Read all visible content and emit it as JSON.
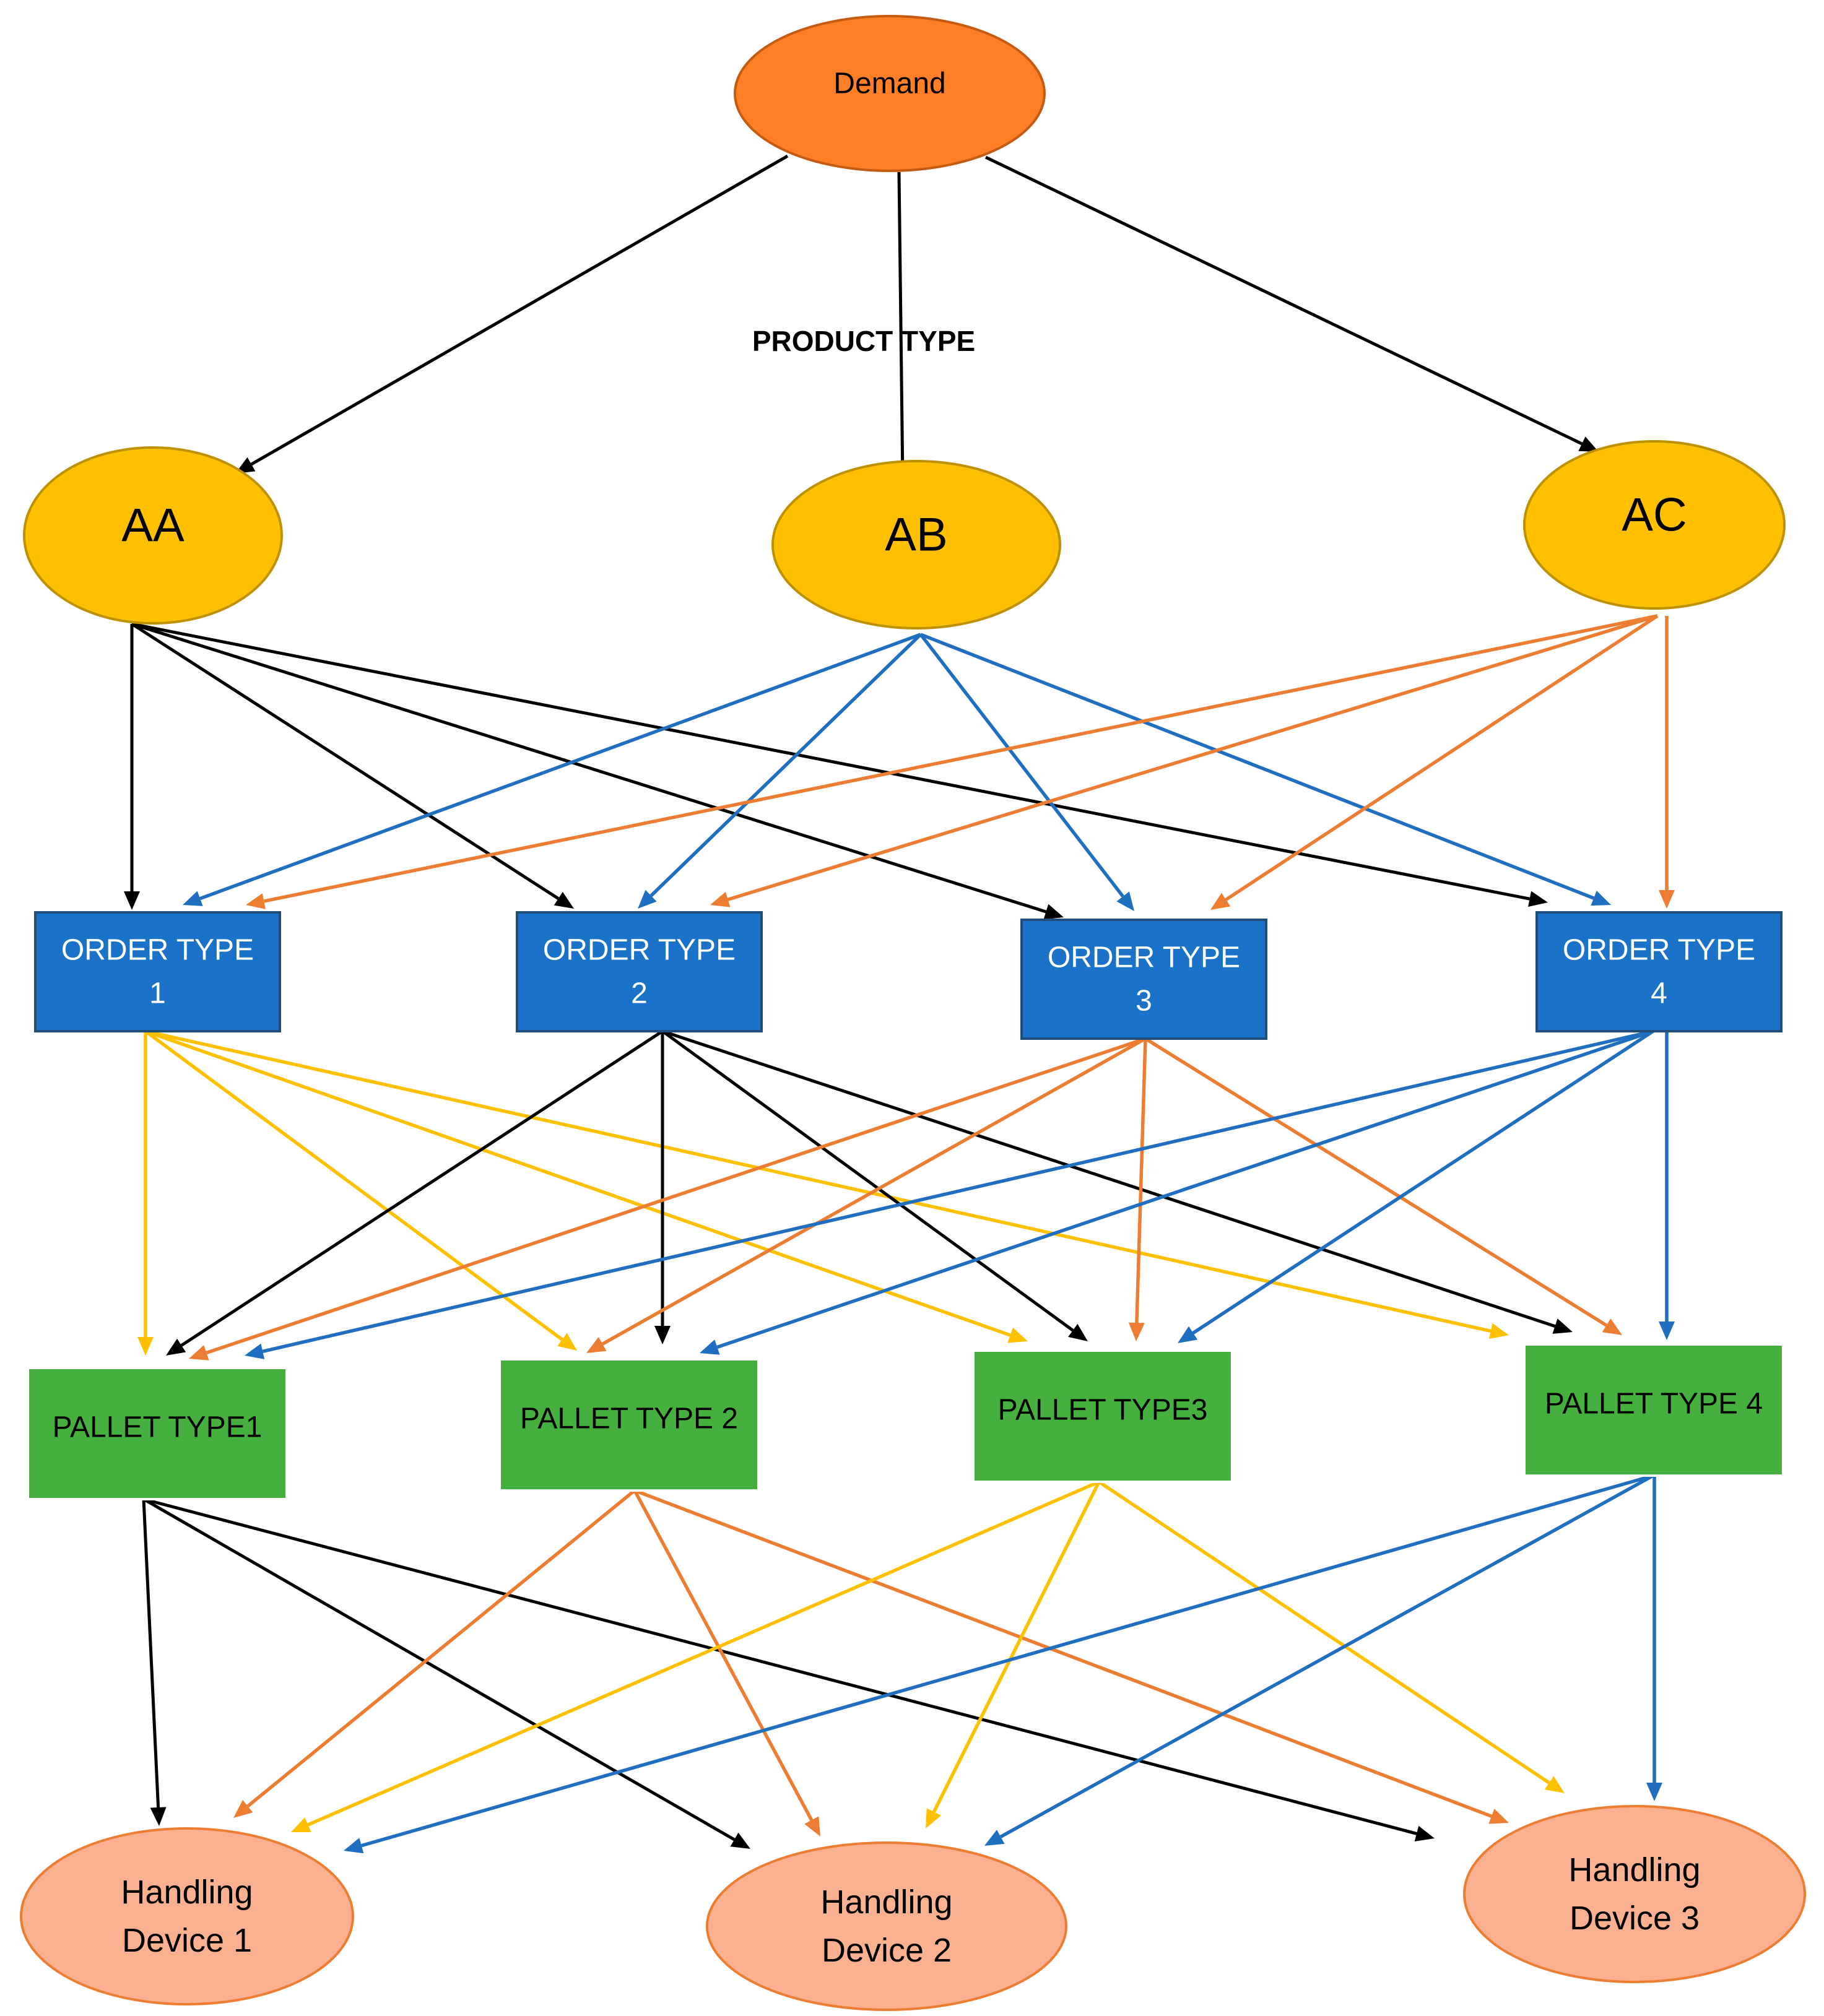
{
  "diagram": {
    "colors": {
      "black": "#000000",
      "orange": "#ED7D31",
      "blue": "#1F6FC1",
      "yellow": "#FFC000",
      "demand_fill": "#FF7F27",
      "product_fill": "#FFC000",
      "order_fill": "#1A73C8",
      "pallet_fill": "#45B03D",
      "device_fill": "#FBB090"
    },
    "top": {
      "demand": "Demand",
      "product_type": "PRODUCT TYPE"
    },
    "products": [
      {
        "id": "AA",
        "label": "AA"
      },
      {
        "id": "AB",
        "label": "AB"
      },
      {
        "id": "AC",
        "label": "AC"
      }
    ],
    "orders": [
      {
        "id": "O1",
        "label": [
          "ORDER TYPE",
          "1"
        ]
      },
      {
        "id": "O2",
        "label": [
          "ORDER TYPE",
          "2"
        ]
      },
      {
        "id": "O3",
        "label": [
          "ORDER TYPE",
          "3"
        ]
      },
      {
        "id": "O4",
        "label": [
          "ORDER TYPE",
          "4"
        ]
      }
    ],
    "pallets": [
      {
        "id": "P1",
        "label": "PALLET TYPE1"
      },
      {
        "id": "P2",
        "label": "PALLET TYPE 2"
      },
      {
        "id": "P3",
        "label": "PALLET TYPE3"
      },
      {
        "id": "P4",
        "label": "PALLET TYPE 4"
      }
    ],
    "devices": [
      {
        "id": "H1",
        "label": [
          "Handling",
          "Device 1"
        ]
      },
      {
        "id": "H2",
        "label": [
          "Handling",
          "Device 2"
        ]
      },
      {
        "id": "H3",
        "label": [
          "Handling",
          "Device 3"
        ]
      }
    ],
    "edges": [
      {
        "from": "Demand",
        "to": "AA",
        "color": "black"
      },
      {
        "from": "Demand",
        "to": "AB",
        "color": "black"
      },
      {
        "from": "Demand",
        "to": "AC",
        "color": "black"
      },
      {
        "from": "AA",
        "to": "O1",
        "color": "black"
      },
      {
        "from": "AA",
        "to": "O2",
        "color": "black"
      },
      {
        "from": "AA",
        "to": "O3",
        "color": "black"
      },
      {
        "from": "AA",
        "to": "O4",
        "color": "black"
      },
      {
        "from": "AB",
        "to": "O1",
        "color": "blue"
      },
      {
        "from": "AB",
        "to": "O2",
        "color": "blue"
      },
      {
        "from": "AB",
        "to": "O3",
        "color": "blue"
      },
      {
        "from": "AB",
        "to": "O4",
        "color": "blue"
      },
      {
        "from": "AC",
        "to": "O1",
        "color": "orange"
      },
      {
        "from": "AC",
        "to": "O2",
        "color": "orange"
      },
      {
        "from": "AC",
        "to": "O3",
        "color": "orange"
      },
      {
        "from": "AC",
        "to": "O4",
        "color": "orange"
      },
      {
        "from": "O1",
        "to": "P1",
        "color": "yellow"
      },
      {
        "from": "O1",
        "to": "P2",
        "color": "yellow"
      },
      {
        "from": "O1",
        "to": "P3",
        "color": "yellow"
      },
      {
        "from": "O1",
        "to": "P4",
        "color": "yellow"
      },
      {
        "from": "O2",
        "to": "P1",
        "color": "black"
      },
      {
        "from": "O2",
        "to": "P2",
        "color": "black"
      },
      {
        "from": "O2",
        "to": "P3",
        "color": "black"
      },
      {
        "from": "O2",
        "to": "P4",
        "color": "black"
      },
      {
        "from": "O3",
        "to": "P1",
        "color": "orange"
      },
      {
        "from": "O3",
        "to": "P2",
        "color": "orange"
      },
      {
        "from": "O3",
        "to": "P3",
        "color": "orange"
      },
      {
        "from": "O3",
        "to": "P4",
        "color": "orange"
      },
      {
        "from": "O4",
        "to": "P1",
        "color": "blue"
      },
      {
        "from": "O4",
        "to": "P2",
        "color": "blue"
      },
      {
        "from": "O4",
        "to": "P3",
        "color": "blue"
      },
      {
        "from": "O4",
        "to": "P4",
        "color": "blue"
      },
      {
        "from": "P1",
        "to": "H1",
        "color": "black"
      },
      {
        "from": "P1",
        "to": "H2",
        "color": "black"
      },
      {
        "from": "P1",
        "to": "H3",
        "color": "black"
      },
      {
        "from": "P2",
        "to": "H1",
        "color": "orange"
      },
      {
        "from": "P2",
        "to": "H2",
        "color": "orange"
      },
      {
        "from": "P2",
        "to": "H3",
        "color": "orange"
      },
      {
        "from": "P3",
        "to": "H1",
        "color": "yellow"
      },
      {
        "from": "P3",
        "to": "H2",
        "color": "yellow"
      },
      {
        "from": "P3",
        "to": "H3",
        "color": "yellow"
      },
      {
        "from": "P4",
        "to": "H1",
        "color": "blue"
      },
      {
        "from": "P4",
        "to": "H2",
        "color": "blue"
      },
      {
        "from": "P4",
        "to": "H3",
        "color": "blue"
      }
    ]
  }
}
